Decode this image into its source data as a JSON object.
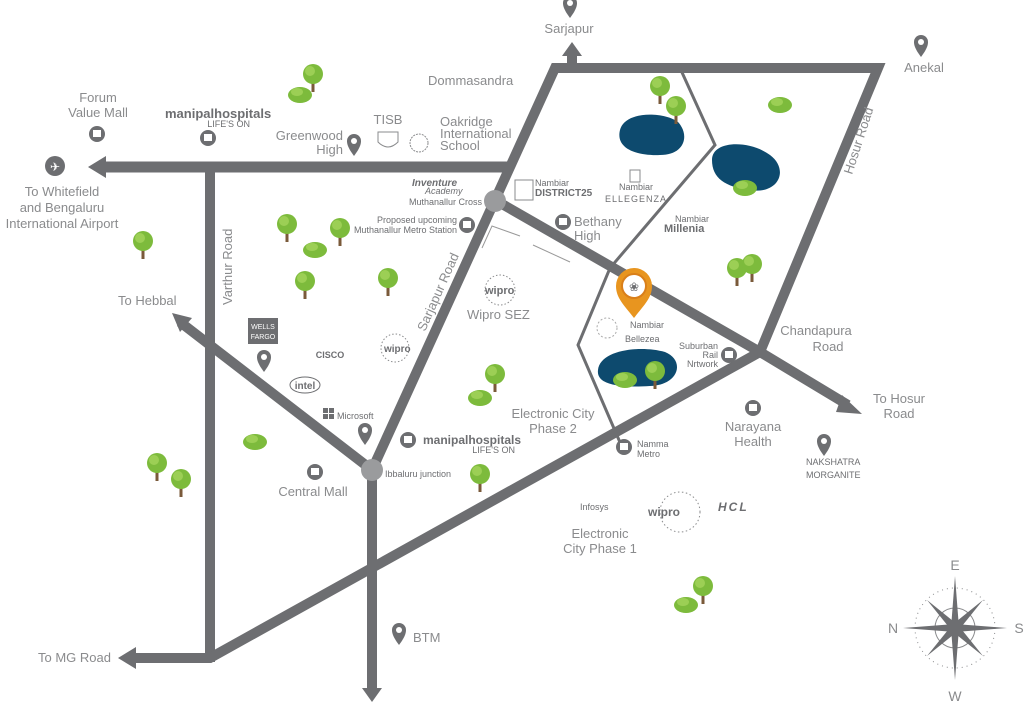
{
  "colors": {
    "road": "#6d6e71",
    "lake": "#0d4a6e",
    "tree": "#7dbb3c",
    "pin": "#e8951f",
    "text": "#8a8b8d"
  },
  "places": {
    "sarjapur": "Sarjapur",
    "anekal": "Anekal",
    "dommasandra": "Dommasandra",
    "forum": [
      "Forum",
      "Value Mall"
    ],
    "manipal_top": "manipalhospitals",
    "manipal_tag": "LIFE'S ON",
    "greenwood": [
      "Greenwood",
      "High"
    ],
    "tisb": "TISB",
    "oakridge": [
      "Oakridge",
      "International",
      "School"
    ],
    "whitefield": [
      "To Whitefield",
      "and Bengaluru",
      "International Airport"
    ],
    "inventure": "Inventure",
    "inventure_sub": "Academy",
    "muthanallur": "Muthanallur Cross",
    "metro_station": [
      "Proposed upcoming",
      "Muthanallur Metro Station"
    ],
    "district25_brand": "Nambiar",
    "district25": "DISTRICT25",
    "ellegenza_brand": "Nambiar",
    "ellegenza": "ELLEGENZA",
    "millenia_brand": "Nambiar",
    "millenia": "Millenia",
    "bethany": [
      "Bethany",
      "High"
    ],
    "hosur_road": "Hosur Road",
    "varthur_road": "Varthur Road",
    "sarjapur_road": "Sarjapur Road",
    "hebbal": "To Hebbal",
    "wells": [
      "WELLS",
      "FARGO"
    ],
    "cisco": "CISCO",
    "intel": "intel",
    "wipro": "wipro",
    "wipro_sez": "Wipro SEZ",
    "project_brand": "Nambiar",
    "project": "Bellezea",
    "suburban": [
      "Suburban",
      "Rail",
      "Nrtwork"
    ],
    "chandapura": [
      "Chandapura",
      "Road"
    ],
    "to_hosur": [
      "To Hosur",
      "Road"
    ],
    "microsoft": "Microsoft",
    "manipal_mid": "manipalhospitals",
    "ecity2": [
      "Electronic City",
      "Phase 2"
    ],
    "namma": [
      "Namma",
      "Metro"
    ],
    "narayana": [
      "Narayana",
      "Health"
    ],
    "morganite_brand": "NAKSHATRA",
    "morganite": "MORGANITE",
    "ibbaluru": "Ibbaluru junction",
    "central_mall": "Central Mall",
    "infosys": "Infosys",
    "hcl": "HCL",
    "ecity1": [
      "Electronic",
      "City Phase 1"
    ],
    "btm": "BTM",
    "mg_road": "To MG Road"
  },
  "compass": {
    "top": "E",
    "left": "N",
    "right": "S",
    "bottom": "W"
  }
}
